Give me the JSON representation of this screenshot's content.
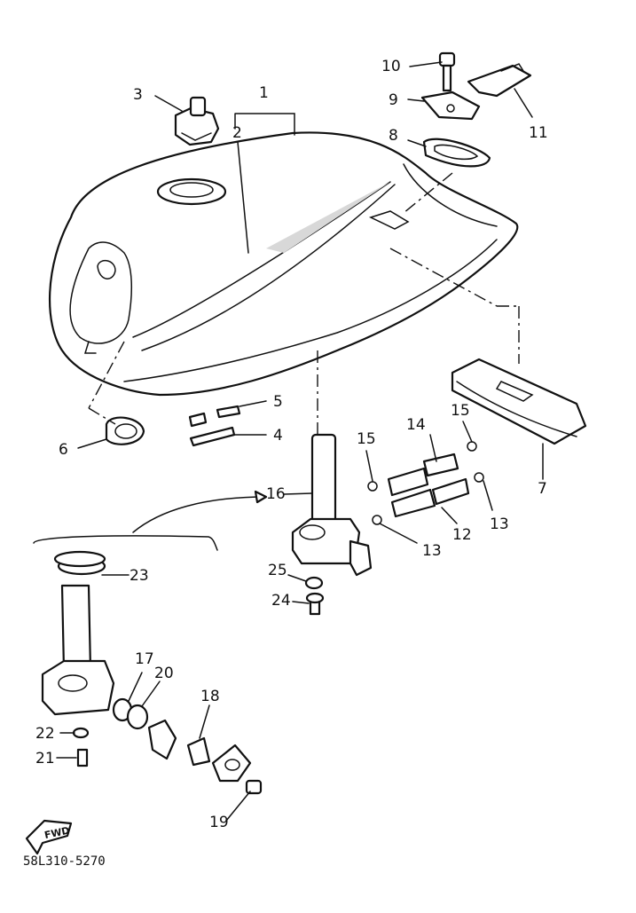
{
  "callouts": {
    "n1": "1",
    "n2": "2",
    "n3": "3",
    "n4": "4",
    "n5": "5",
    "n6": "6",
    "n7": "7",
    "n8": "8",
    "n9": "9",
    "n10": "10",
    "n11": "11",
    "n12": "12",
    "n13a": "13",
    "n13b": "13",
    "n14": "14",
    "n15a": "15",
    "n15b": "15",
    "n16": "16",
    "n17": "17",
    "n18": "18",
    "n19": "19",
    "n20": "20",
    "n21": "21",
    "n22": "22",
    "n23": "23",
    "n24": "24",
    "n25": "25"
  },
  "fwd_label": "FWD",
  "drawing_code": "58L310-5270"
}
